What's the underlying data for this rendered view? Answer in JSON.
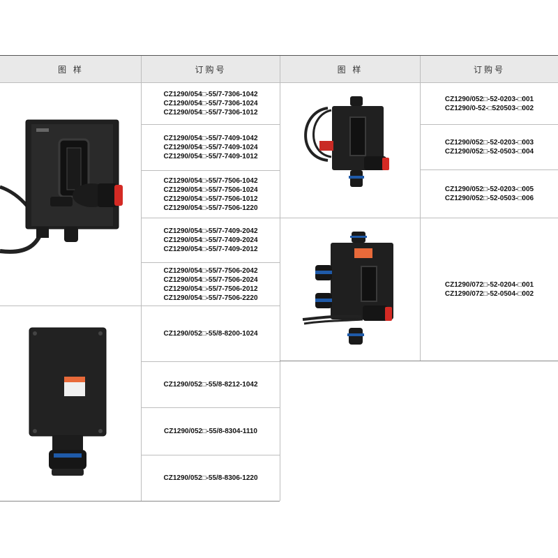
{
  "table": {
    "headers": [
      "图 样",
      "订购号",
      "图 样",
      "订购号"
    ],
    "left_top_codes": [
      [
        "CZ1290/054□-55/7-7306-1042",
        "CZ1290/054□-55/7-7306-1024",
        "CZ1290/054□-55/7-7306-1012"
      ],
      [
        "CZ1290/054□-55/7-7409-1042",
        "CZ1290/054□-55/7-7409-1024",
        "CZ1290/054□-55/7-7409-1012"
      ],
      [
        "CZ1290/054□-55/7-7506-1042",
        "CZ1290/054□-55/7-7506-1024",
        "CZ1290/054□-55/7-7506-1012",
        "CZ1290/054□-55/7-7506-1220"
      ],
      [
        "CZ1290/054□-55/7-7409-2042",
        "CZ1290/054□-55/7-7409-2024",
        "CZ1290/054□-55/7-7409-2012"
      ],
      [
        "CZ1290/054□-55/7-7506-2042",
        "CZ1290/054□-55/7-7506-2024",
        "CZ1290/054□-55/7-7506-2012",
        "CZ1290/054□-55/7-7506-2220"
      ]
    ],
    "left_bottom_codes": [
      "CZ1290/052□-55/8-8200-1024",
      "CZ1290/052□-55/8-8212-1042",
      "CZ1290/052□-55/8-8304-1110",
      "CZ1290/052□-55/8-8306-1220"
    ],
    "right_top_codes": [
      [
        "CZ1290/052□-52-0203-□001",
        "CZ1290/0-52-□520503-□002"
      ],
      [
        "CZ1290/052□-52-0203-□003",
        "CZ1290/052□-52-0503-□004"
      ],
      [
        "CZ1290/052□-52-0203-□005",
        "CZ1290/052□-52-0503-□006"
      ]
    ],
    "right_bottom_codes": [
      "CZ1290/072□-52-0204-□001",
      "CZ1290/072□-52-0504-□002"
    ]
  }
}
